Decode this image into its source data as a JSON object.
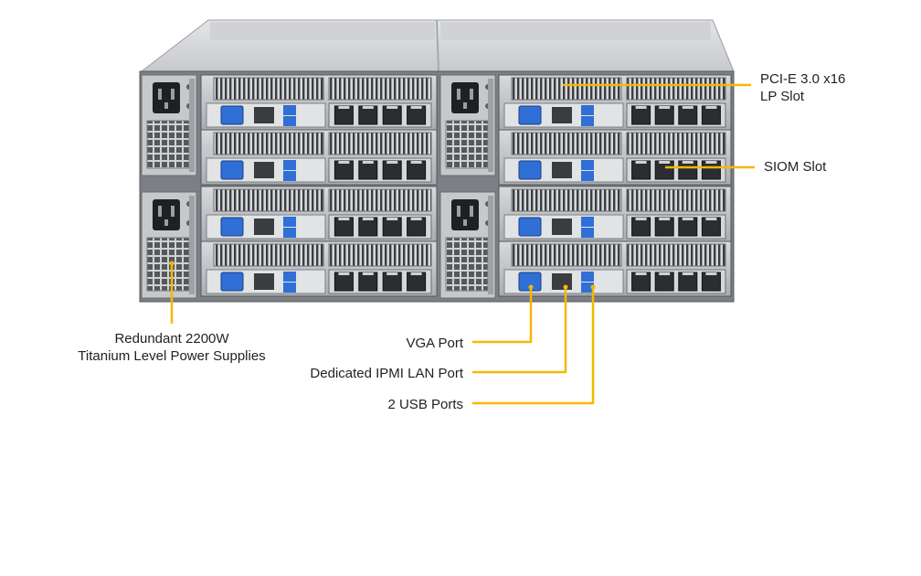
{
  "labels": {
    "pcie": {
      "line1": "PCI-E 3.0 x16",
      "line2": "LP Slot"
    },
    "siom": "SIOM Slot",
    "psu": {
      "line1": "Redundant 2200W",
      "line2": "Titanium Level Power Supplies"
    },
    "vga": "VGA Port",
    "ipmi": "Dedicated IPMI LAN Port",
    "usb": "2 USB Ports"
  },
  "colors": {
    "callout": "#f5b800",
    "chassis": "#b9bcc0",
    "chassis_dark": "#6d7075",
    "port_blue": "#2f6fd6"
  }
}
